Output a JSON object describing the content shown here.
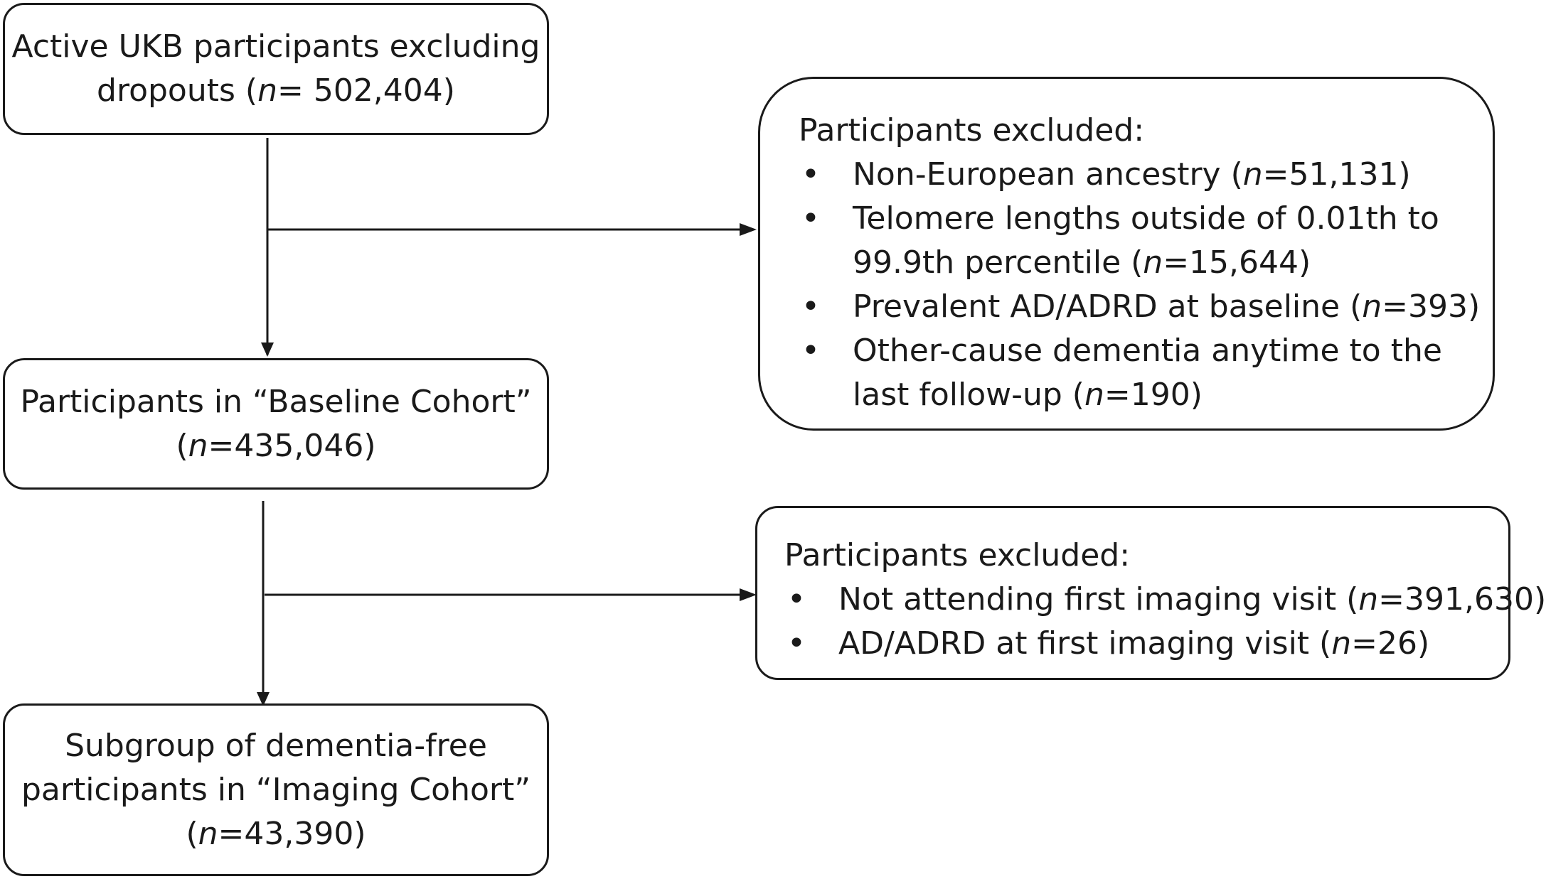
{
  "flow": {
    "box_start": {
      "lines": [
        "Active UKB participants excluding",
        "dropouts ("
      ],
      "n_label": "n",
      "n_value": "= 502,404)"
    },
    "box_baseline": {
      "line1": "Participants in “Baseline Cohort”",
      "n_open": "(",
      "n_label": "n",
      "n_value": "=435,046)"
    },
    "box_imaging": {
      "line1": "Subgroup of dementia-free",
      "line2": "participants in “Imaging Cohort”",
      "n_open": "(",
      "n_label": "n",
      "n_value": "=43,390)"
    },
    "exclusion_1": {
      "heading": "Participants excluded:",
      "items": [
        {
          "lines": [
            "Non-European ancestry ("
          ],
          "n_label": "n",
          "n_value": "=51,131)"
        },
        {
          "lines": [
            "Telomere lengths outside of 0.01th to",
            "99.9th percentile ("
          ],
          "n_label": "n",
          "n_value": "=15,644)"
        },
        {
          "lines": [
            "Prevalent AD/ADRD at baseline ("
          ],
          "n_label": "n",
          "n_value": "=393)"
        },
        {
          "lines": [
            "Other-cause dementia anytime to the",
            "last follow-up ("
          ],
          "n_label": "n",
          "n_value": "=190)"
        }
      ]
    },
    "exclusion_2": {
      "heading": "Participants excluded:",
      "items": [
        {
          "lines": [
            "Not attending first imaging visit ("
          ],
          "n_label": "n",
          "n_value": "=391,630)"
        },
        {
          "lines": [
            "AD/ADRD at first imaging visit ("
          ],
          "n_label": "n",
          "n_value": "=26)"
        }
      ]
    },
    "bullet_glyph": "•",
    "line_color": "#1a1a1a"
  }
}
